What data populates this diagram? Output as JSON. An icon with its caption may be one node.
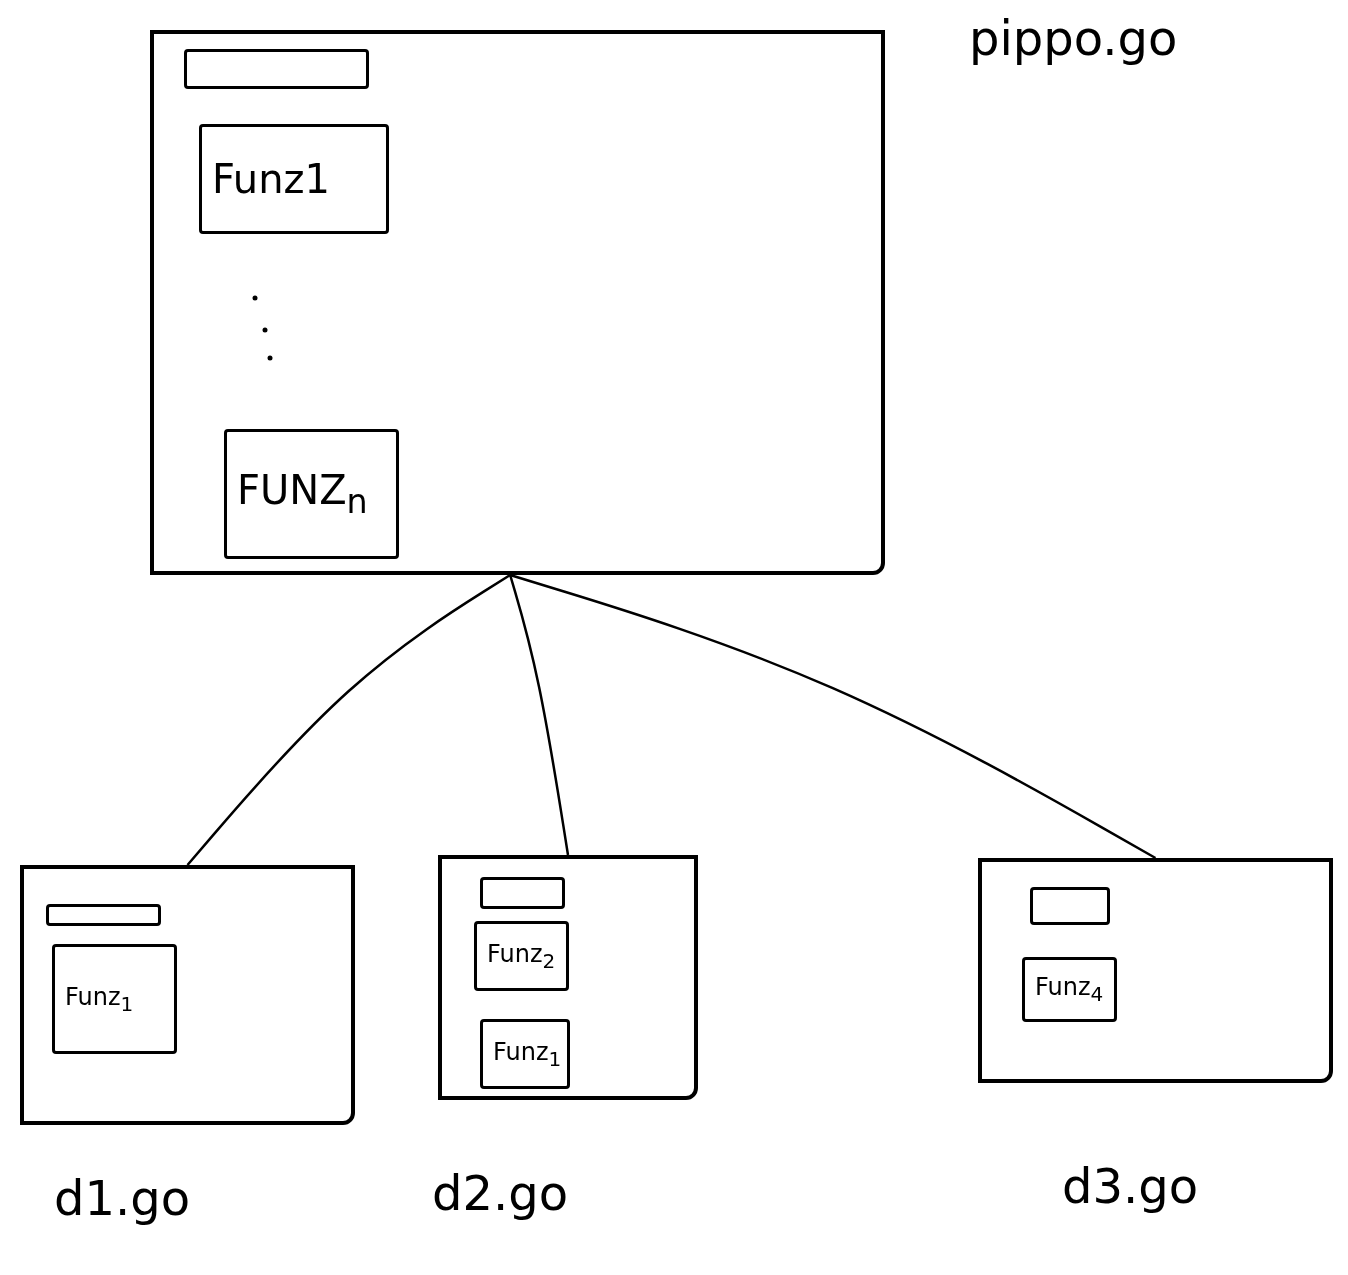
{
  "diagram": {
    "nodes": [
      {
        "text": [
          "pippo.go"
        ]
      },
      {
        "text": [],
        "shape": "box",
        "in": 0
      },
      {
        "text": [
          "Funz1"
        ],
        "in": 0
      },
      {
        "text": [
          "FUNZ$_{n}$"
        ],
        "in": 0
      },
      {
        "text": [
          "d1.go"
        ]
      },
      {
        "text": [],
        "shape": "box",
        "in": 4
      },
      {
        "text": [
          "Funz$_{1}$"
        ],
        "in": 4
      },
      {
        "text": [
          "d2.go"
        ]
      },
      {
        "text": [],
        "shape": "box",
        "in": 7
      },
      {
        "text": [
          "Funz$_{2}$"
        ],
        "in": 7
      },
      {
        "text": [
          "Funz$_{1}$"
        ],
        "in": 7
      },
      {
        "text": [
          "d3.go"
        ]
      },
      {
        "text": [],
        "shape": "box",
        "in": 11
      },
      {
        "text": [
          "Funz$_{4}$"
        ],
        "in": 11
      }
    ],
    "edges": [
      {
        "from": 0,
        "to": 4,
        "arrow": "none"
      },
      {
        "from": 0,
        "to": 7,
        "arrow": "none"
      },
      {
        "from": 0,
        "to": 11,
        "arrow": "none"
      }
    ]
  }
}
